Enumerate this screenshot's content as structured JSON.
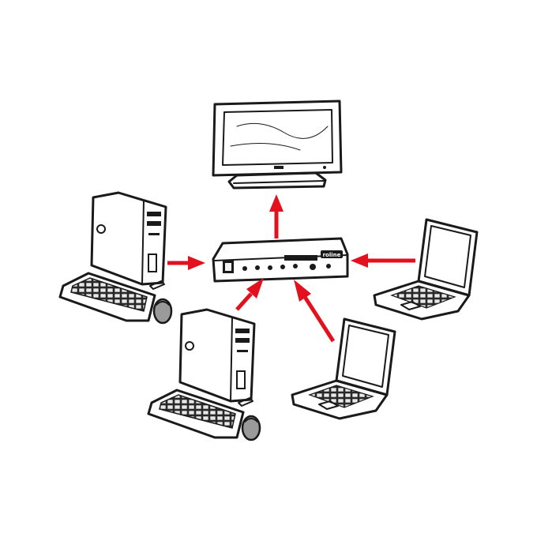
{
  "diagram": {
    "nodes": [
      {
        "id": "display",
        "kind": "monitor-icon"
      },
      {
        "id": "switch",
        "kind": "switch-box-icon",
        "brand": "roline",
        "label": "roline"
      },
      {
        "id": "pc-top-left",
        "kind": "desktop-pc-icon"
      },
      {
        "id": "pc-bottom-left",
        "kind": "desktop-pc-icon"
      },
      {
        "id": "laptop-right",
        "kind": "laptop-icon"
      },
      {
        "id": "laptop-bottom-right",
        "kind": "laptop-icon"
      }
    ],
    "edges": [
      {
        "from": "switch",
        "to": "display"
      },
      {
        "from": "pc-top-left",
        "to": "switch"
      },
      {
        "from": "pc-bottom-left",
        "to": "switch"
      },
      {
        "from": "laptop-right",
        "to": "switch"
      },
      {
        "from": "laptop-bottom-right",
        "to": "switch"
      }
    ],
    "arrow_color": "#e3101d"
  }
}
